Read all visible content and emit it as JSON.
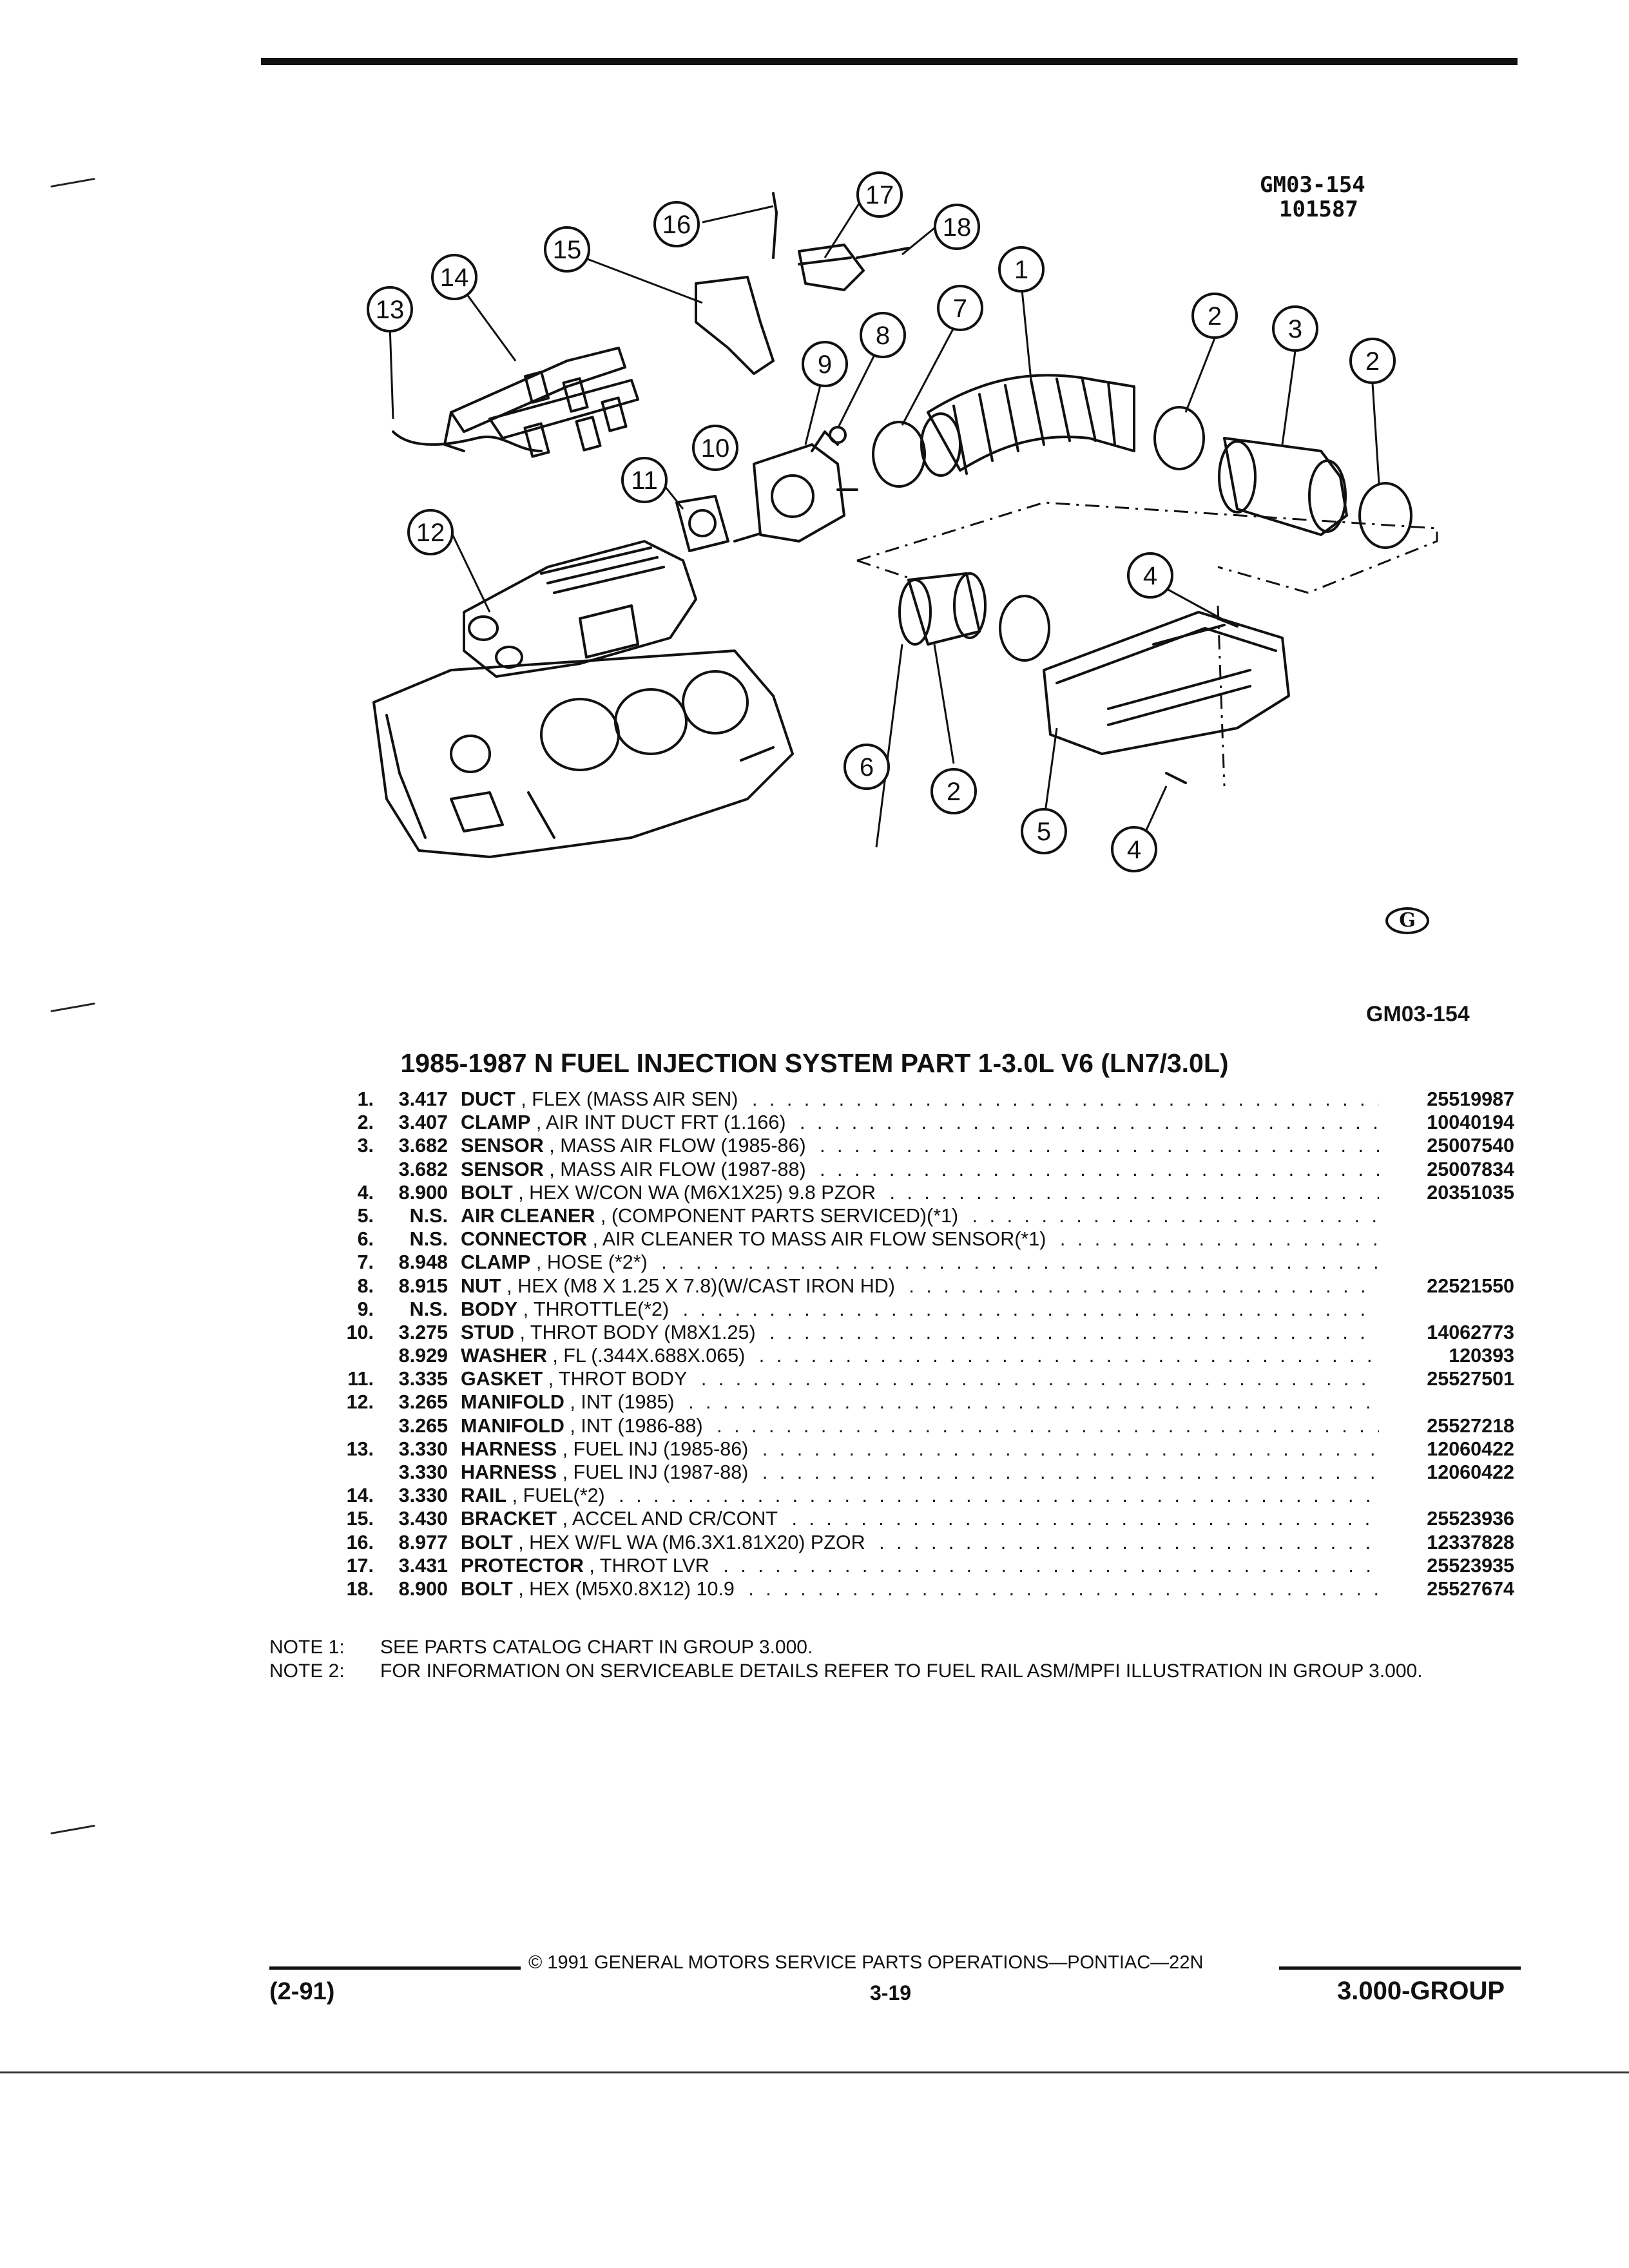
{
  "header": {
    "code_line1": "GM03-154",
    "code_line2": "101587",
    "logo_mark": "G",
    "code_below": "GM03-154"
  },
  "diagram": {
    "callouts": [
      "1",
      "2",
      "3",
      "2",
      "4",
      "5",
      "2",
      "6",
      "4",
      "7",
      "8",
      "9",
      "10",
      "11",
      "12",
      "13",
      "14",
      "15",
      "16",
      "17",
      "18"
    ]
  },
  "title": "1985-1987 N FUEL INJECTION SYSTEM PART 1-3.0L V6 (LN7/3.0L)",
  "parts": [
    {
      "num": "1.",
      "group": "3.417",
      "name": "DUCT",
      "detail": ", FLEX (MASS AIR SEN)",
      "part": "25519987"
    },
    {
      "num": "2.",
      "group": "3.407",
      "name": "CLAMP",
      "detail": ", AIR INT DUCT FRT (1.166)",
      "part": "10040194"
    },
    {
      "num": "3.",
      "group": "3.682",
      "name": "SENSOR",
      "detail": ", MASS AIR FLOW (1985-86)",
      "part": "25007540"
    },
    {
      "num": "",
      "group": "3.682",
      "name": "SENSOR",
      "detail": ", MASS AIR FLOW (1987-88)",
      "part": "25007834"
    },
    {
      "num": "4.",
      "group": "8.900",
      "name": "BOLT",
      "detail": ", HEX W/CON WA (M6X1X25) 9.8 PZOR",
      "part": "20351035"
    },
    {
      "num": "5.",
      "group": "N.S.",
      "name": "AIR CLEANER",
      "detail": ", (COMPONENT PARTS SERVICED)(*1)",
      "part": ""
    },
    {
      "num": "6.",
      "group": "N.S.",
      "name": "CONNECTOR",
      "detail": ", AIR CLEANER TO MASS AIR FLOW SENSOR(*1)",
      "part": ""
    },
    {
      "num": "7.",
      "group": "8.948",
      "name": "CLAMP",
      "detail": ", HOSE (*2*)",
      "part": ""
    },
    {
      "num": "8.",
      "group": "8.915",
      "name": "NUT",
      "detail": ", HEX (M8 X 1.25 X 7.8)(W/CAST IRON HD)",
      "part": "22521550"
    },
    {
      "num": "9.",
      "group": "N.S.",
      "name": "BODY",
      "detail": ", THROTTLE(*2)",
      "part": ""
    },
    {
      "num": "10.",
      "group": "3.275",
      "name": "STUD",
      "detail": ", THROT BODY (M8X1.25)",
      "part": "14062773"
    },
    {
      "num": "",
      "group": "8.929",
      "name": "WASHER",
      "detail": ", FL (.344X.688X.065)",
      "part": "120393"
    },
    {
      "num": "11.",
      "group": "3.335",
      "name": "GASKET",
      "detail": ", THROT BODY",
      "part": "25527501"
    },
    {
      "num": "12.",
      "group": "3.265",
      "name": "MANIFOLD",
      "detail": ", INT (1985)",
      "part": ""
    },
    {
      "num": "",
      "group": "3.265",
      "name": "MANIFOLD",
      "detail": ", INT (1986-88)",
      "part": "25527218"
    },
    {
      "num": "13.",
      "group": "3.330",
      "name": "HARNESS",
      "detail": ", FUEL INJ (1985-86)",
      "part": "12060422"
    },
    {
      "num": "",
      "group": "3.330",
      "name": "HARNESS",
      "detail": ", FUEL INJ (1987-88)",
      "part": "12060422"
    },
    {
      "num": "14.",
      "group": "3.330",
      "name": "RAIL",
      "detail": ", FUEL(*2)",
      "part": ""
    },
    {
      "num": "15.",
      "group": "3.430",
      "name": "BRACKET",
      "detail": ", ACCEL AND CR/CONT",
      "part": "25523936"
    },
    {
      "num": "16.",
      "group": "8.977",
      "name": "BOLT",
      "detail": ", HEX W/FL WA (M6.3X1.81X20) PZOR",
      "part": "12337828"
    },
    {
      "num": "17.",
      "group": "3.431",
      "name": "PROTECTOR",
      "detail": ", THROT LVR",
      "part": "25523935"
    },
    {
      "num": "18.",
      "group": "8.900",
      "name": "BOLT",
      "detail": ", HEX (M5X0.8X12) 10.9",
      "part": "25527674"
    }
  ],
  "notes": [
    {
      "label": "NOTE  1:",
      "text": "SEE PARTS CATALOG CHART IN GROUP 3.000."
    },
    {
      "label": "NOTE  2:",
      "text": "FOR INFORMATION ON SERVICEABLE DETAILS REFER TO FUEL RAIL ASM/MPFI ILLUSTRATION IN GROUP 3.000."
    }
  ],
  "footer": {
    "copyright": "© 1991  GENERAL MOTORS SERVICE PARTS OPERATIONS—PONTIAC—22N",
    "date_code": "(2-91)",
    "page": "3-19",
    "group": "3.000-GROUP"
  }
}
